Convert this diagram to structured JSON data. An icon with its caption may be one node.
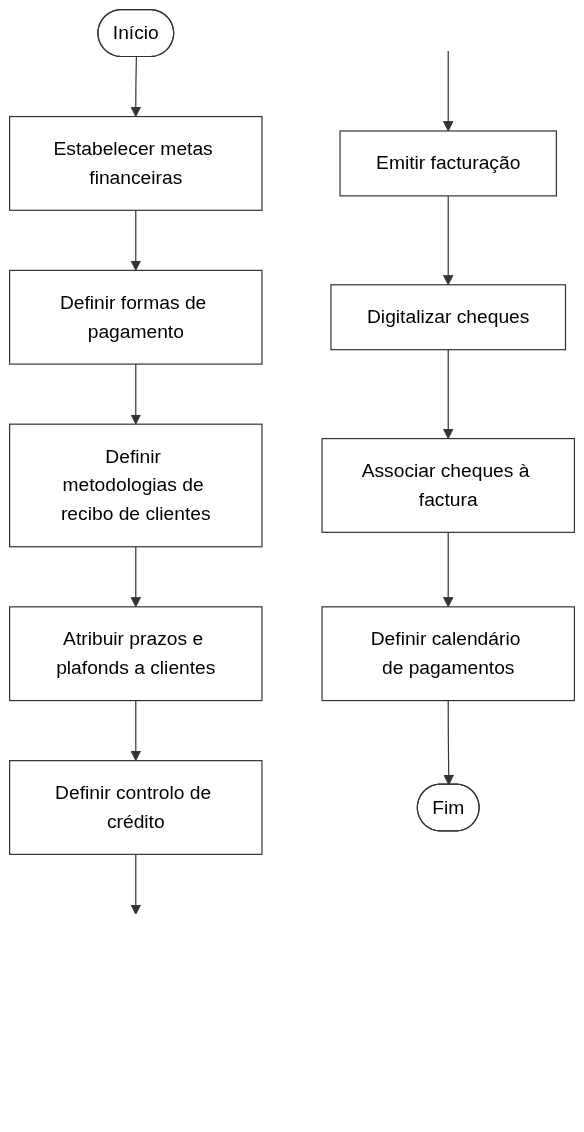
{
  "diagram": {
    "nodes": [
      {
        "text": [
          "Início"
        ]
      },
      {
        "text": [
          "Estabelecer metas financeiras"
        ]
      },
      {
        "text": [
          "Definir formas de pagamento"
        ]
      },
      {
        "text": [
          "Definir metodologias de recibo de clientes"
        ]
      },
      {
        "text": [
          "Atribuir prazos e plafonds a clientes"
        ]
      },
      {
        "text": [
          "Definir controlo de crédito"
        ]
      },
      {
        "text": [
          "Emitir facturação"
        ]
      },
      {
        "text": [
          "Digitalizar cheques"
        ]
      },
      {
        "text": [
          "Associar cheques à factura"
        ]
      },
      {
        "text": [
          "Definir calendário de pagamentos"
        ]
      },
      {
        "text": [
          "Fim"
        ]
      }
    ],
    "edges": [
      {
        "from": 0,
        "to": 1,
        "arrow": "to"
      },
      {
        "from": 1,
        "to": 2,
        "arrow": "to"
      },
      {
        "from": 2,
        "to": 3,
        "arrow": "to"
      },
      {
        "from": 3,
        "to": 4,
        "arrow": "to"
      },
      {
        "from": 4,
        "to": 5,
        "arrow": "to"
      },
      {
        "from": 5,
        "to": null,
        "arrow": "to"
      },
      {
        "from": null,
        "to": 6,
        "arrow": "to"
      },
      {
        "from": 6,
        "to": 7,
        "arrow": "to"
      },
      {
        "from": 7,
        "to": 8,
        "arrow": "to"
      },
      {
        "from": 8,
        "to": 9,
        "arrow": "to"
      },
      {
        "from": 9,
        "to": 10,
        "arrow": "to"
      }
    ]
  }
}
